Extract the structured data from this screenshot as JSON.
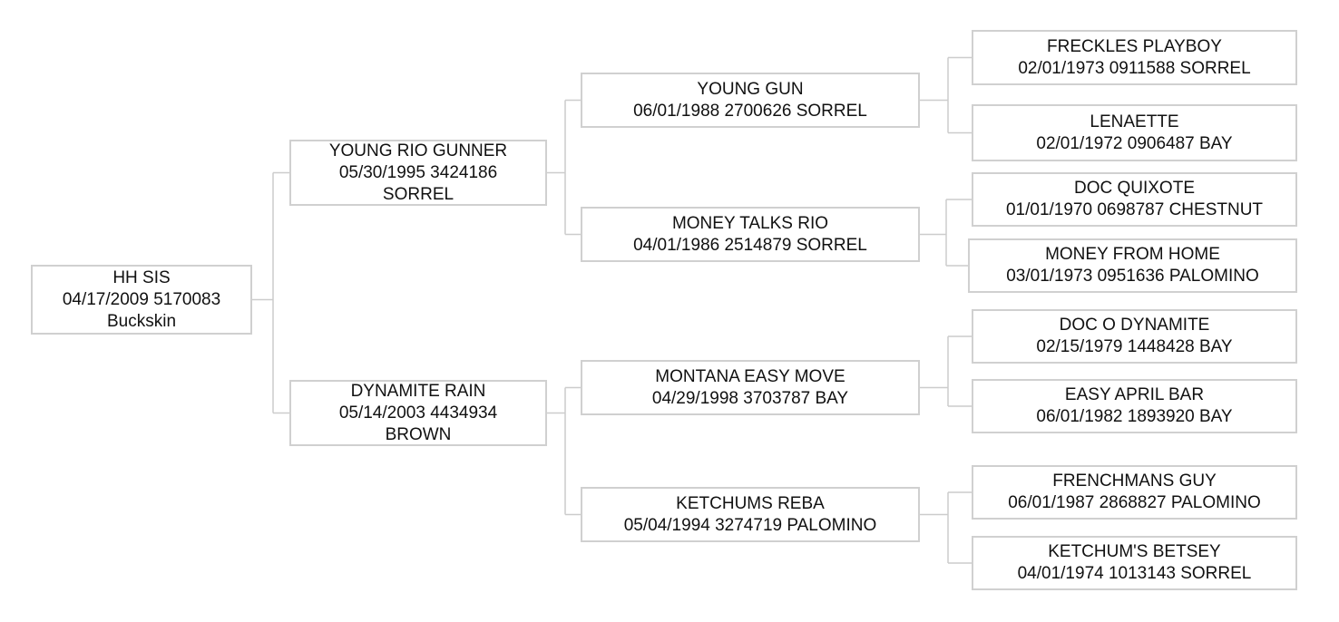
{
  "colors": {
    "border": "#d0d0d0",
    "connector": "#cccccc",
    "text": "#111111",
    "background": "#ffffff"
  },
  "nodes": [
    {
      "id": "n0",
      "name": "HH SIS",
      "info": "04/17/2009 5170083",
      "color": "Buckskin"
    },
    {
      "id": "n1",
      "name": "YOUNG RIO GUNNER",
      "info": "05/30/1995 3424186",
      "color": "SORREL"
    },
    {
      "id": "n2",
      "name": "DYNAMITE RAIN",
      "info": "05/14/2003 4434934",
      "color": "BROWN"
    },
    {
      "id": "n3",
      "name": "YOUNG GUN",
      "info": "06/01/1988 2700626 SORREL"
    },
    {
      "id": "n4",
      "name": "MONEY TALKS RIO",
      "info": "04/01/1986 2514879 SORREL"
    },
    {
      "id": "n5",
      "name": "MONTANA EASY MOVE",
      "info": "04/29/1998 3703787 BAY"
    },
    {
      "id": "n6",
      "name": "KETCHUMS REBA",
      "info": "05/04/1994 3274719 PALOMINO"
    },
    {
      "id": "n7",
      "name": "FRECKLES PLAYBOY",
      "info": "02/01/1973 0911588 SORREL"
    },
    {
      "id": "n8",
      "name": "LENAETTE",
      "info": "02/01/1972 0906487 BAY"
    },
    {
      "id": "n9",
      "name": "DOC QUIXOTE",
      "info": "01/01/1970 0698787 CHESTNUT"
    },
    {
      "id": "n10",
      "name": "MONEY FROM HOME",
      "info": "03/01/1973 0951636 PALOMINO"
    },
    {
      "id": "n11",
      "name": "DOC O DYNAMITE",
      "info": "02/15/1979 1448428 BAY"
    },
    {
      "id": "n12",
      "name": "EASY APRIL BAR",
      "info": "06/01/1982 1893920 BAY"
    },
    {
      "id": "n13",
      "name": "FRENCHMANS GUY",
      "info": "06/01/1987 2868827 PALOMINO"
    },
    {
      "id": "n14",
      "name": "KETCHUM'S BETSEY",
      "info": "04/01/1974 1013143 SORREL"
    }
  ],
  "edges": [
    [
      "n0",
      "n1"
    ],
    [
      "n0",
      "n2"
    ],
    [
      "n1",
      "n3"
    ],
    [
      "n1",
      "n4"
    ],
    [
      "n2",
      "n5"
    ],
    [
      "n2",
      "n6"
    ],
    [
      "n3",
      "n7"
    ],
    [
      "n3",
      "n8"
    ],
    [
      "n4",
      "n9"
    ],
    [
      "n4",
      "n10"
    ],
    [
      "n5",
      "n11"
    ],
    [
      "n5",
      "n12"
    ],
    [
      "n6",
      "n13"
    ],
    [
      "n6",
      "n14"
    ]
  ]
}
